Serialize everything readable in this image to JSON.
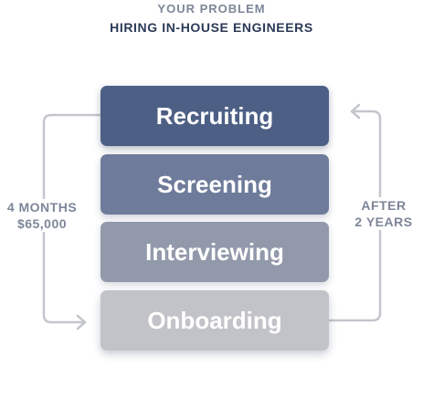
{
  "header": {
    "subtitle": "YOUR PROBLEM",
    "title": "HIRING IN-HOUSE ENGINEERS"
  },
  "stages": [
    {
      "label": "Recruiting",
      "color": "#4d5f85"
    },
    {
      "label": "Screening",
      "color": "#6e7b9a"
    },
    {
      "label": "Interviewing",
      "color": "#9299aa"
    },
    {
      "label": "Onboarding",
      "color": "#c2c3c8"
    }
  ],
  "left_annotation": {
    "line1": "4 MONTHS",
    "line2": "$65,000"
  },
  "right_annotation": {
    "line1": "AFTER",
    "line2": "2 YEARS"
  },
  "colors": {
    "connector": "#c3c6cc",
    "label_gray": "#7d8698",
    "title_navy": "#2b3a57"
  }
}
